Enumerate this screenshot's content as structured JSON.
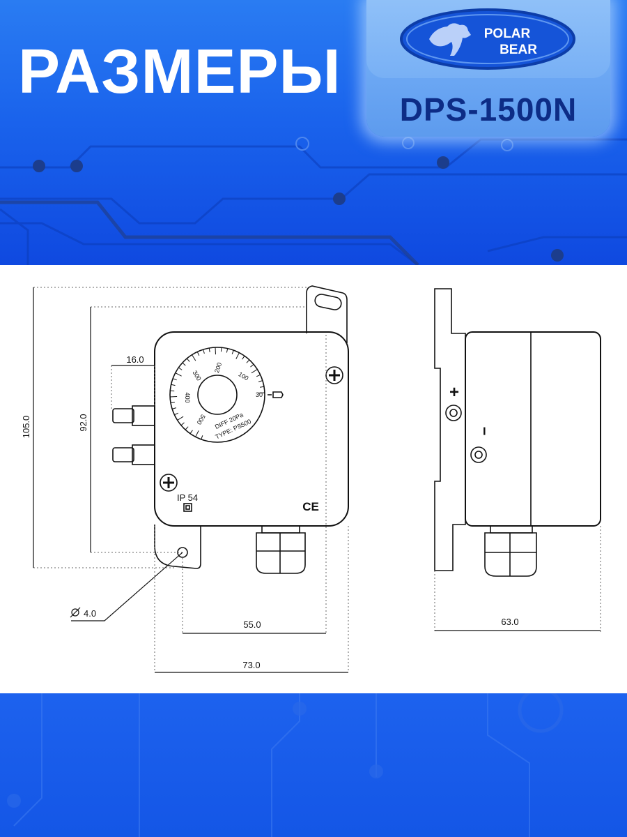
{
  "header": {
    "title": "РАЗМЕРЫ",
    "brand": {
      "line1": "POLAR",
      "line2": "BEAR"
    },
    "model": "DPS-1500N"
  },
  "drawing": {
    "dimensions": {
      "height_total": "105.0",
      "height_body": "92.0",
      "port_offset": "16.0",
      "hole_diameter": "4.0",
      "mount_spacing": "55.0",
      "width_total": "73.0",
      "depth": "63.0"
    },
    "dial": {
      "scale_labels": [
        "200",
        "100",
        "30",
        "300",
        "400",
        "500"
      ],
      "caption_line1": "DIFF 20Pa",
      "caption_line2": "TYPE: PS500"
    },
    "labels": {
      "protection": "IP 54",
      "ce_mark": "CE",
      "plus": "+",
      "minus": "−"
    }
  },
  "colors": {
    "brand_blue": "#1556e6",
    "model_text": "#0d2c86",
    "line_color": "#111111"
  }
}
